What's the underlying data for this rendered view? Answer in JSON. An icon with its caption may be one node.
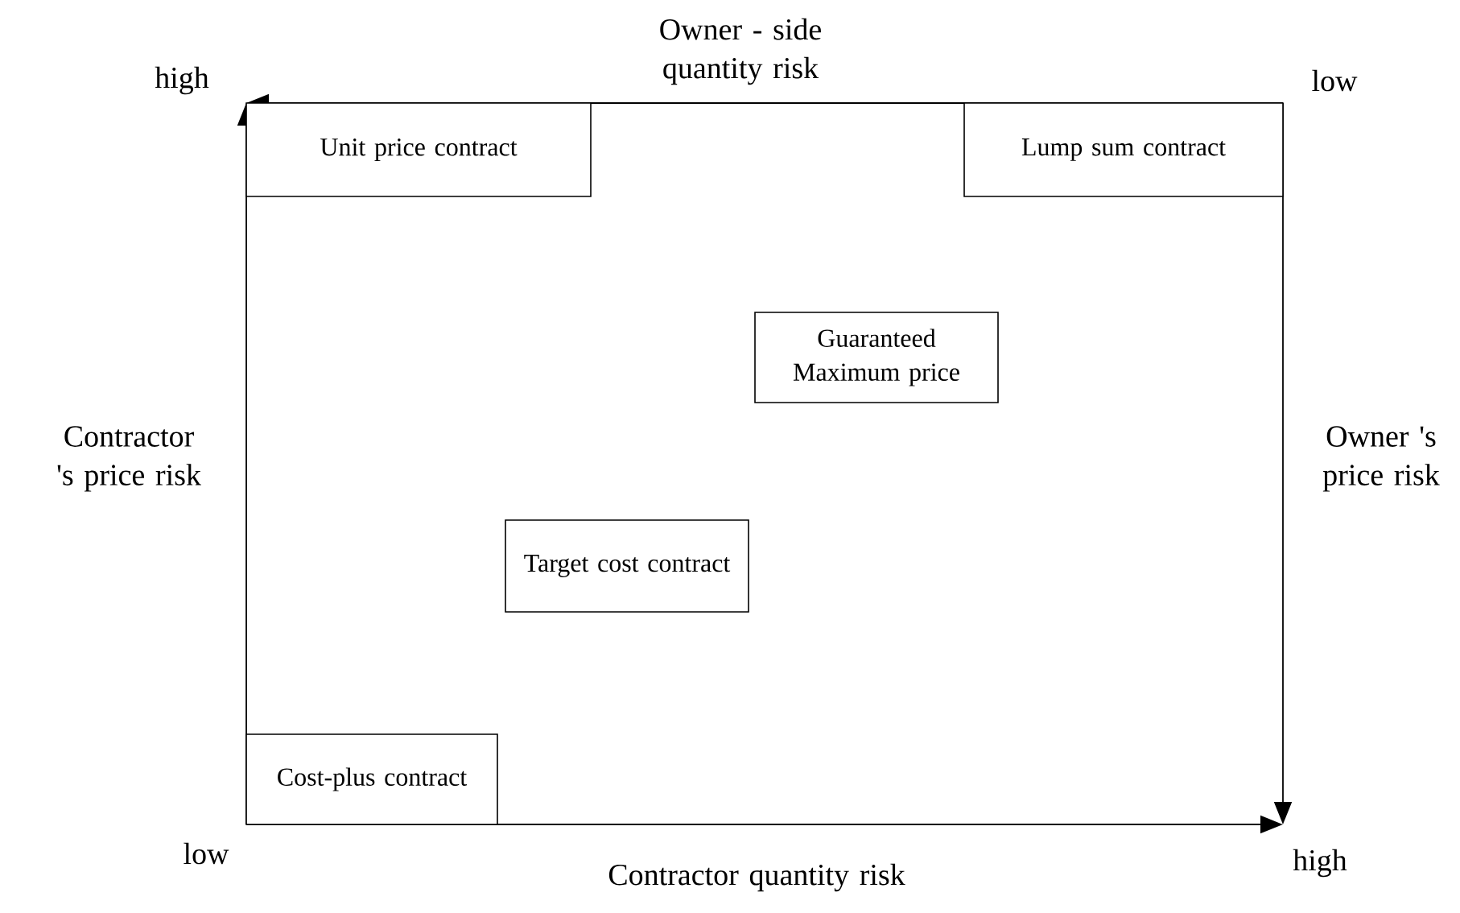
{
  "diagram": {
    "nodes": [
      {
        "text": [
          "Unit price contract"
        ]
      },
      {
        "text": [
          "Lump sum contract"
        ]
      },
      {
        "text": [
          "Guaranteed Maximum price"
        ]
      },
      {
        "text": [
          "Target cost contract"
        ]
      },
      {
        "text": [
          "Cost-plus contract"
        ]
      }
    ],
    "edges": [],
    "labels": [
      "high",
      "Owner - side quantity risk",
      "low",
      "Contractor 's price risk",
      "Owner 's price risk",
      "low",
      "Contractor quantity risk",
      "high"
    ]
  }
}
